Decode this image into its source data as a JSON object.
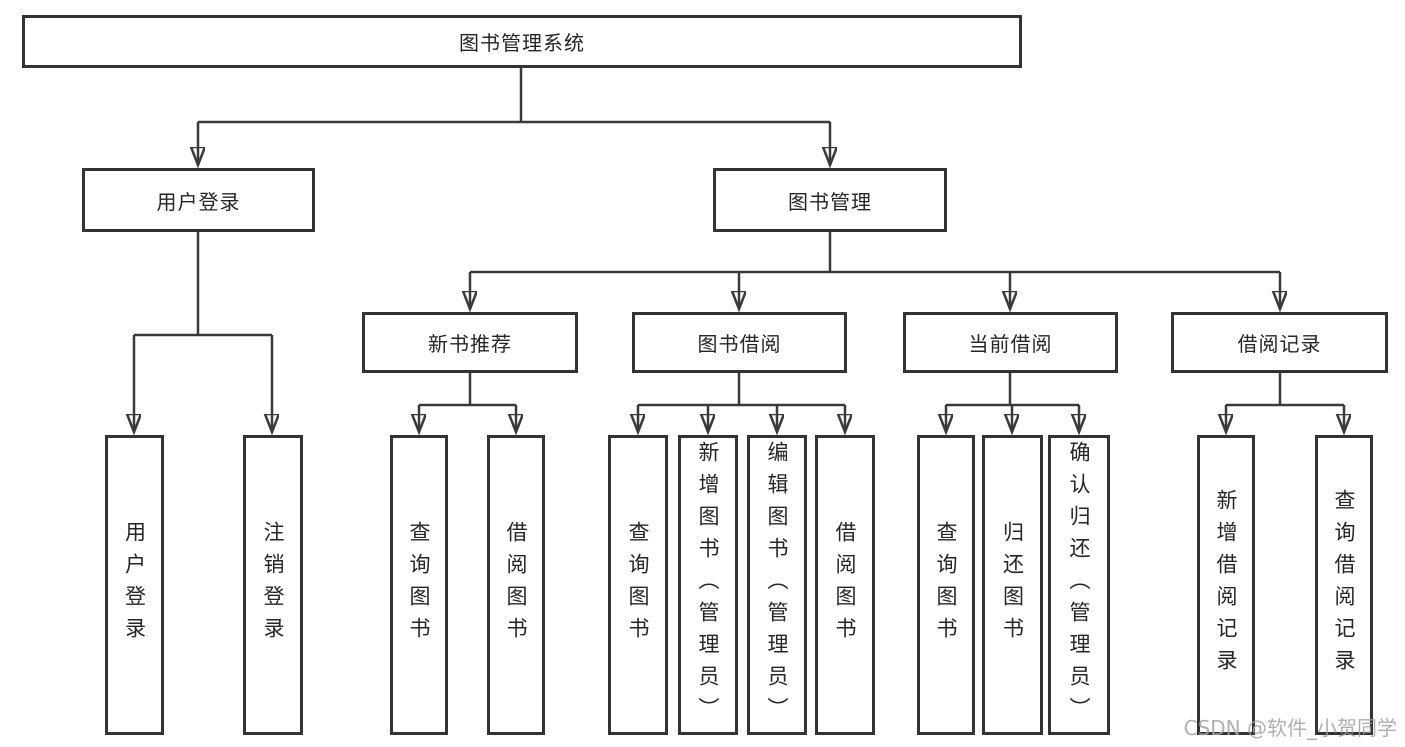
{
  "diagram": {
    "root": {
      "label": "图书管理系统"
    },
    "branches": [
      {
        "label": "用户登录",
        "children": [
          {
            "label": "用户登录"
          },
          {
            "label": "注销登录"
          }
        ]
      },
      {
        "label": "图书管理",
        "sections": [
          {
            "label": "新书推荐",
            "children": [
              {
                "label": "查询图书"
              },
              {
                "label": "借阅图书"
              }
            ]
          },
          {
            "label": "图书借阅",
            "children": [
              {
                "label": "查询图书"
              },
              {
                "label": "新增图书（管理员）"
              },
              {
                "label": "编辑图书（管理员）"
              },
              {
                "label": "借阅图书"
              }
            ]
          },
          {
            "label": "当前借阅",
            "children": [
              {
                "label": "查询图书"
              },
              {
                "label": "归还图书"
              },
              {
                "label": "确认归还（管理员）"
              }
            ]
          },
          {
            "label": "借阅记录",
            "children": [
              {
                "label": "新增借阅记录"
              },
              {
                "label": "查询借阅记录"
              }
            ]
          }
        ]
      }
    ]
  },
  "watermark": "CSDN @软件_小贺同学",
  "colors": {
    "line": "#3a3a3a",
    "border": "#333333",
    "text": "#262626",
    "watermark": "#a3a3a3",
    "background": "#ffffff"
  }
}
